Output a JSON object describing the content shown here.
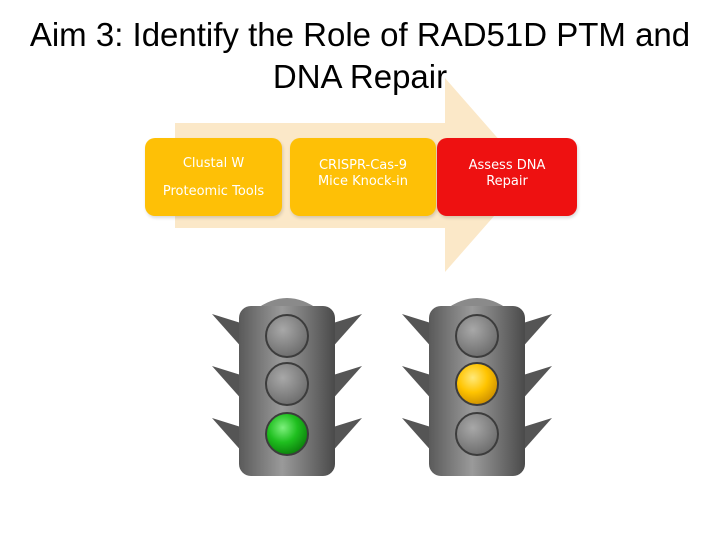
{
  "slide": {
    "title_line1": "Aim 3:  Identify the Role of RAD51D PTM and",
    "title_line2": "DNA Repair"
  },
  "steps": [
    {
      "line1": "Clustal W",
      "line2": "Proteomic Tools",
      "color": "#fec006"
    },
    {
      "line1": "CRISPR-Cas-9",
      "line2": "Mice Knock-in",
      "color": "#fec006"
    },
    {
      "line1": "Assess DNA",
      "line2": "Repair",
      "color": "#ee1111"
    }
  ],
  "traffic_lights": [
    {
      "active": "green",
      "active_color": "#1fbf1f"
    },
    {
      "active": "yellow",
      "active_color": "#ffc400"
    }
  ],
  "colors": {
    "arrow": "#fbe8c8",
    "light_off": "#8c8c8c",
    "housing": "#6e6e6e"
  }
}
